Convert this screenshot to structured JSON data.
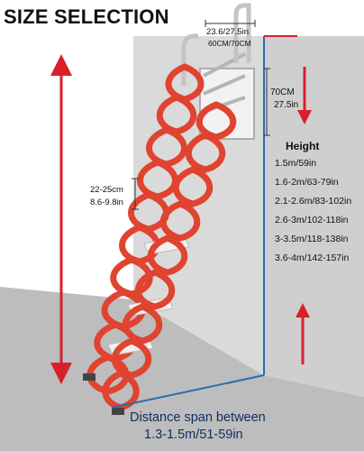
{
  "title": "SIZE SELECTION",
  "top_width": {
    "line1": "23.6/27.5in",
    "line2": "60CM/70CM"
  },
  "hatch_height": {
    "line1": "70CM",
    "line2": "27.5in"
  },
  "step_spacing": {
    "line1": "22-25cm",
    "line2": "8.6-9.8in"
  },
  "height_table": {
    "heading": "Height",
    "items": [
      "1.5m/59in",
      "1.6-2m/63-79in",
      "2.1-2.6m/83-102in",
      "2.6-3m/102-118in",
      "3-3.5m/118-138in",
      "3.6-4m/142-157in"
    ]
  },
  "distance": {
    "line1": "Distance span between",
    "line2": "1.3-1.5m/51-59in"
  },
  "colors": {
    "arrow_red": "#d8202a",
    "ladder_red": "#e0432f",
    "wall_grey": "#dadada",
    "floor_grey": "#b9b9b9",
    "wall_edge_blue": "#2b6cb0",
    "text_blue": "#0f2f5f"
  }
}
